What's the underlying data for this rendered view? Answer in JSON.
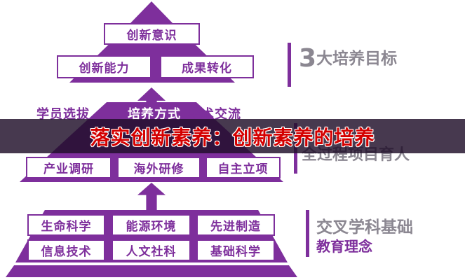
{
  "banner": {
    "text": "落实创新素养：创新素养的培养"
  },
  "pyramid": {
    "top": {
      "tier1": "创新意识",
      "tier2": [
        "创新能力",
        "成果转化"
      ]
    },
    "middle": {
      "headers": [
        "学员选拔",
        "培养方式",
        "学术交流"
      ],
      "boxes": [
        "产业调研",
        "海外研修",
        "自主立项"
      ]
    },
    "bottom": {
      "row1": [
        "生命科学",
        "能源环境",
        "先进制造"
      ],
      "row2": [
        "信息技术",
        "人文社科",
        "基础科学"
      ]
    }
  },
  "annotations": {
    "goal": {
      "number": "3",
      "text": "大培养目标"
    },
    "project": {
      "text": "全过程项目育人"
    },
    "foundation": {
      "main": "交叉学科基础",
      "sub": "教育理念"
    }
  },
  "colors": {
    "purple": "#7e2f9c",
    "label_gray": "#8b8791",
    "banner_red": "#d40000",
    "banner_bg": "rgba(30,13,40,0.82)"
  }
}
